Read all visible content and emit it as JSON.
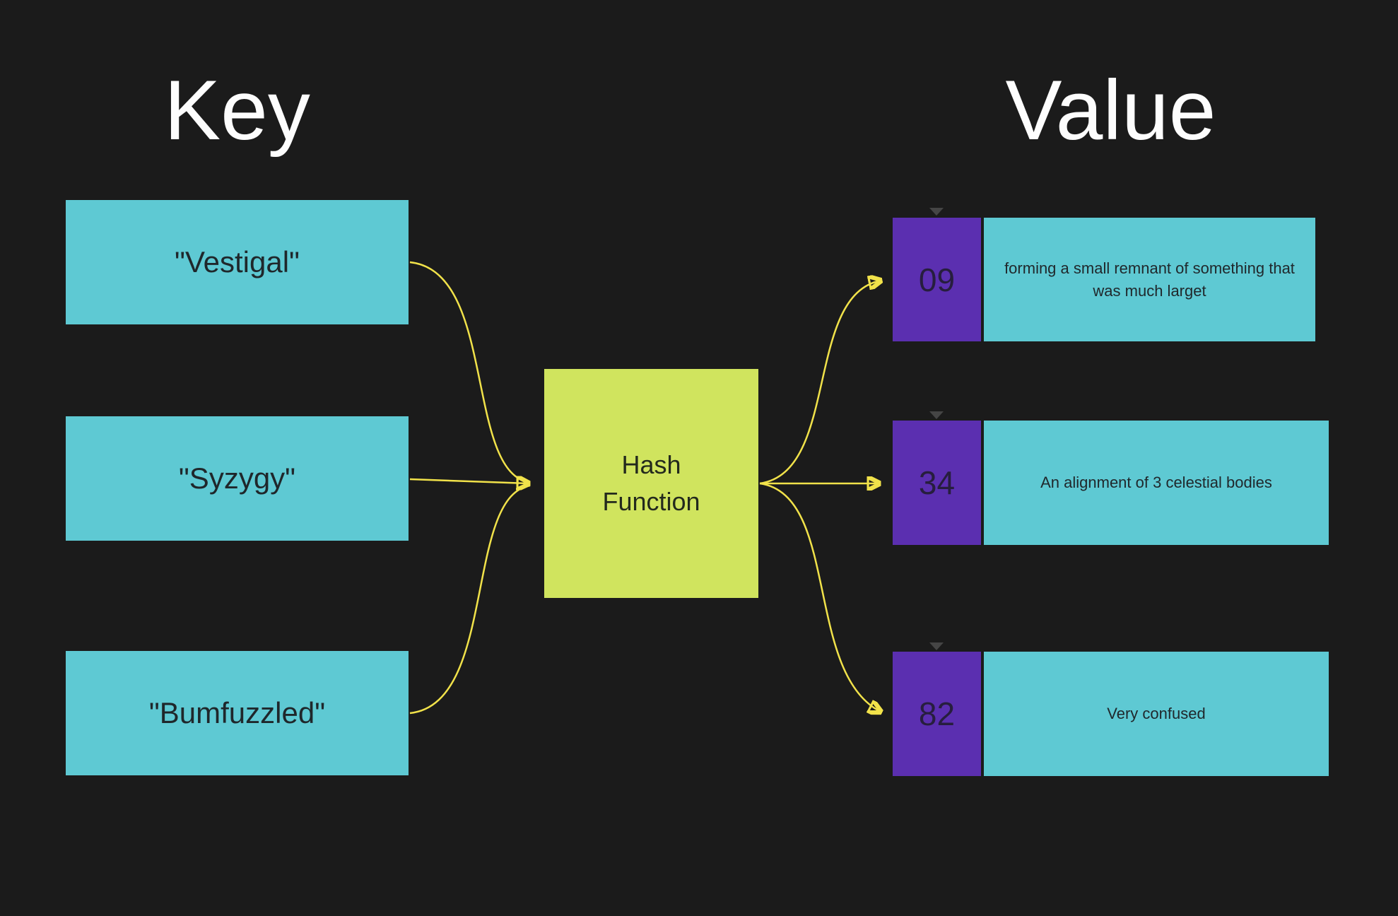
{
  "diagram": {
    "left_title": "Key",
    "right_title": "Value",
    "keys": [
      {
        "label": "\"Vestigal\""
      },
      {
        "label": "\"Syzygy\""
      },
      {
        "label": "\"Bumfuzzled\""
      }
    ],
    "hash_function": {
      "label": "Hash Function"
    },
    "values": [
      {
        "hash": "09",
        "definition": "forming a small remnant of something that was much larget"
      },
      {
        "hash": "34",
        "definition": "An alignment of 3 celestial bodies"
      },
      {
        "hash": "82",
        "definition": "Very confused"
      }
    ],
    "colors": {
      "background": "#1b1b1b",
      "key_box": "#5ec9d3",
      "key_text": "#1f272b",
      "hash_box": "#d0e45e",
      "value_index_box": "#5b2fb0",
      "value_def_box": "#5ec9d3",
      "arrow": "#f1e24a",
      "title_text": "#fdfdfd",
      "triangle": "#454545"
    }
  }
}
